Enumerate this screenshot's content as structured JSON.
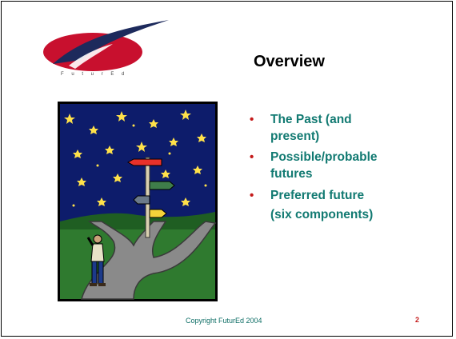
{
  "slide": {
    "title": "Overview",
    "logo_text": "F u t u r E d",
    "bullets": [
      {
        "lines": [
          "The Past (and",
          "present)"
        ]
      },
      {
        "lines": [
          "Possible/probable",
          "futures"
        ]
      },
      {
        "lines": [
          "Preferred future",
          "(six components)"
        ]
      }
    ],
    "bullet_glyph": "•",
    "footer": "Copyright FuturEd 2004",
    "page_number": "2"
  },
  "colors": {
    "bullet_text": "#127a72",
    "bullet_dot": "#c41a1a",
    "sky": "#0d1c6b",
    "grass": "#2f7a2f",
    "logo_red": "#c8102e"
  }
}
